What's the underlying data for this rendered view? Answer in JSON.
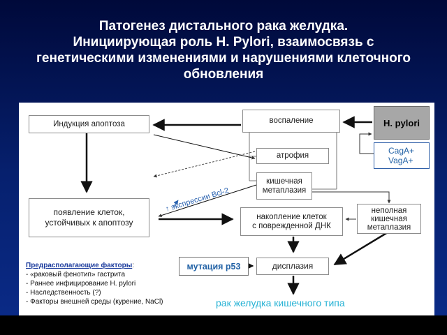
{
  "title": {
    "line1": "Патогенез дистального рака желудка.",
    "line2": "Инициирующая роль H. Pylori, взаимосвязь с",
    "line3": "генетическими изменениями и нарушениями клеточного",
    "line4": "обновления"
  },
  "nodes": {
    "apoptosis_induction": "Индукция апоптоза",
    "inflammation": "воспаление",
    "h_pylori": "H. pylori",
    "caga": "CagA+",
    "vaga": "VagA+",
    "atrophy": "атрофия",
    "metaplasia_line1": "кишечная",
    "metaplasia_line2": "метаплазия",
    "bcl2": "↑ экспрессии Bcl-2",
    "resistant_line1": "появление клеток,",
    "resistant_line2": "устойчивых к апоптозу",
    "dna_line1": "накопление клеток",
    "dna_line2": "с поврежденной ДНК",
    "incomplete_line1": "неполная",
    "incomplete_line2": "кишечная",
    "incomplete_line3": "метаплазия",
    "p53": "мутация р53",
    "dysplasia": "дисплазия",
    "cancer": "рак желудка кишечного типа"
  },
  "factors": {
    "heading": "Предрасполагающие факторы",
    "colon": ":",
    "items": [
      "- «раковый фенотип» гастрита",
      "- Раннее инфицирование H. pylori",
      "- Наследственность (?)",
      "- Факторы внешней среды (курение, NaCl)"
    ]
  },
  "colors": {
    "background_top": "#00093a",
    "background_bottom": "#0a2a86",
    "title_text": "#ffffff",
    "h_pylori_fill": "#a7a7a7",
    "blue_text": "#2161a5",
    "cancer_text": "#26b2d4"
  }
}
